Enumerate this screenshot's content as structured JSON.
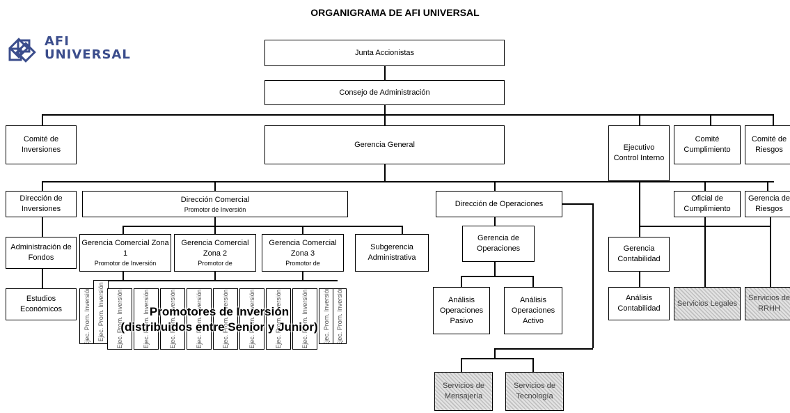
{
  "title": "ORGANIGRAMA DE AFI UNIVERSAL",
  "logo": {
    "line1": "AFI",
    "line2": "UNIVERSAL",
    "icon": "afi-knot-logo-icon"
  },
  "colors": {
    "logo": "#3b4d8c",
    "hatch_box": "#cccccc",
    "lines": "#000000"
  },
  "nodes": {
    "junta": "Junta Accionistas",
    "consejo": "Consejo de Administración",
    "comite_inversiones": "Comité de Inversiones",
    "gerencia_general": "Gerencia General",
    "ejecutivo_control": "Ejecutivo Control Interno",
    "comite_cumplimiento": "Comité Cumplimiento",
    "comite_riesgos": "Comité de Riesgos",
    "direccion_inversiones": "Dirección de Inversiones",
    "direccion_comercial": "Dirección Comercial",
    "direccion_comercial_sub": "Promotor de Inversión",
    "direccion_operaciones": "Dirección de Operaciones",
    "oficial_cumplimiento": "Oficial de Cumplimiento",
    "gerencia_riesgos": "Gerencia de Riesgos",
    "administracion_fondos": "Administración de Fondos",
    "gcz1": "Gerencia Comercial Zona 1",
    "gcz1_sub": "Promotor de Inversión",
    "gcz2": "Gerencia Comercial Zona 2",
    "gcz2_sub": "Promotor de",
    "gcz3": "Gerencia Comercial Zona 3",
    "gcz3_sub": "Promotor de",
    "subgerencia_admin": "Subgerencia Administrativa",
    "gerencia_operaciones": "Gerencia de Operaciones",
    "gerencia_contabilidad": "Gerencia Contabilidad",
    "estudios_economicos": "Estudios Económicos",
    "analisis_pasivo": "Análisis Operaciones Pasivo",
    "analisis_activo": "Análisis Operaciones Activo",
    "analisis_contabilidad": "Análisis Contabilidad",
    "servicios_legales": "Servicios Legales",
    "servicios_rrhh": "Servicios de RRHH",
    "servicios_mensajeria": "Servicios de Mensajería",
    "servicios_tecnologia": "Servicios de Tecnología"
  },
  "promotores": {
    "label_line1": "Promotores de Inversión",
    "label_line2": "(distribuidos entre Senior y Junior)",
    "box_text": "Ejec. Prom. Inversión"
  }
}
